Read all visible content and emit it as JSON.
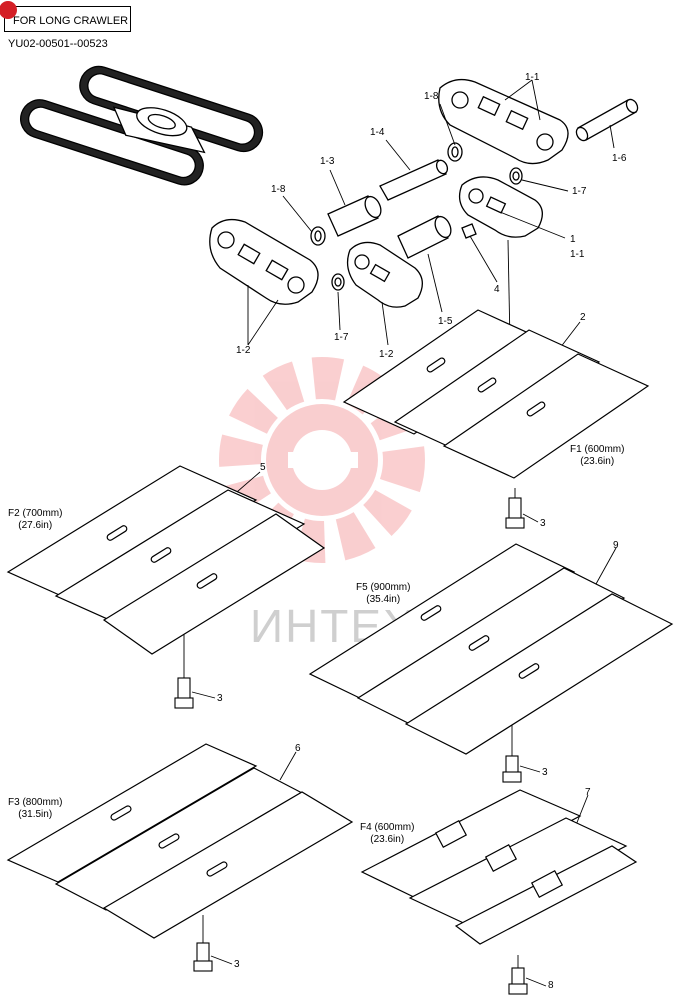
{
  "header": {
    "box_label": "FOR LONG CRAWLER",
    "serial_range": "YU02-00501--00523"
  },
  "watermark": {
    "text": "ИНТЕХ",
    "color": "#e6232a"
  },
  "parts": {
    "p1_1a": "1-1",
    "p1_8a": "1-8",
    "p1_4": "1-4",
    "p1_6": "1-6",
    "p1_3": "1-3",
    "p1_8b": "1-8",
    "p1_7a": "1-7",
    "p1": "1",
    "p1_1b": "1-1",
    "p4": "4",
    "p1_2a": "1-2",
    "p1_7b": "1-7",
    "p1_2b": "1-2",
    "p1_5": "1-5",
    "p2": "2",
    "p5": "5",
    "p9": "9",
    "p6": "6",
    "p7": "7",
    "p8": "8",
    "p3a": "3",
    "p3b": "3",
    "p3c": "3",
    "p3d": "3"
  },
  "shoes": {
    "f1_name": "F1 (600mm)",
    "f1_in": "(23.6in)",
    "f2_name": "F2 (700mm)",
    "f2_in": "(27.6in)",
    "f5_name": "F5 (900mm)",
    "f5_in": "(35.4in)",
    "f3_name": "F3 (800mm)",
    "f3_in": "(31.5in)",
    "f4_name": "F4 (600mm)",
    "f4_in": "(23.6in)"
  }
}
